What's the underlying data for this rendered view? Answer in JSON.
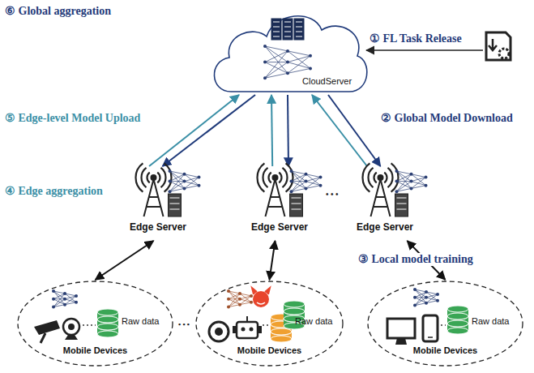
{
  "diagram": {
    "nodes": [
      {
        "text": [
          "CloudServer"
        ]
      },
      {
        "text": [
          "Edge Server"
        ]
      },
      {
        "text": [
          "Edge Server"
        ]
      },
      {
        "text": [
          "Edge Server"
        ]
      },
      {
        "text": [
          "Raw data",
          "Mobile Devices"
        ]
      },
      {
        "text": [
          "Raw data",
          "Mobile Devices"
        ]
      },
      {
        "text": [
          "Raw data",
          "Mobile Devices"
        ]
      }
    ],
    "edges": [
      {
        "from": 0,
        "to": 1,
        "arrow": "to"
      },
      {
        "from": 1,
        "to": 0,
        "arrow": "to"
      },
      {
        "from": 0,
        "to": 2,
        "arrow": "to"
      },
      {
        "from": 2,
        "to": 0,
        "arrow": "to"
      },
      {
        "from": 0,
        "to": 3,
        "arrow": "to"
      },
      {
        "from": 3,
        "to": 0,
        "arrow": "to"
      },
      {
        "from": 1,
        "to": 4,
        "arrow": "both"
      },
      {
        "from": 2,
        "to": 5,
        "arrow": "both"
      },
      {
        "from": 3,
        "to": 6,
        "arrow": "both"
      }
    ],
    "labels": [
      "⑥ Global aggregation",
      "① FL Task Release",
      "⑤ Edge-level Model Upload",
      "② Global Model Download",
      "④ Edge aggregation",
      "• • •",
      "③ Local model training",
      "• • •"
    ]
  }
}
